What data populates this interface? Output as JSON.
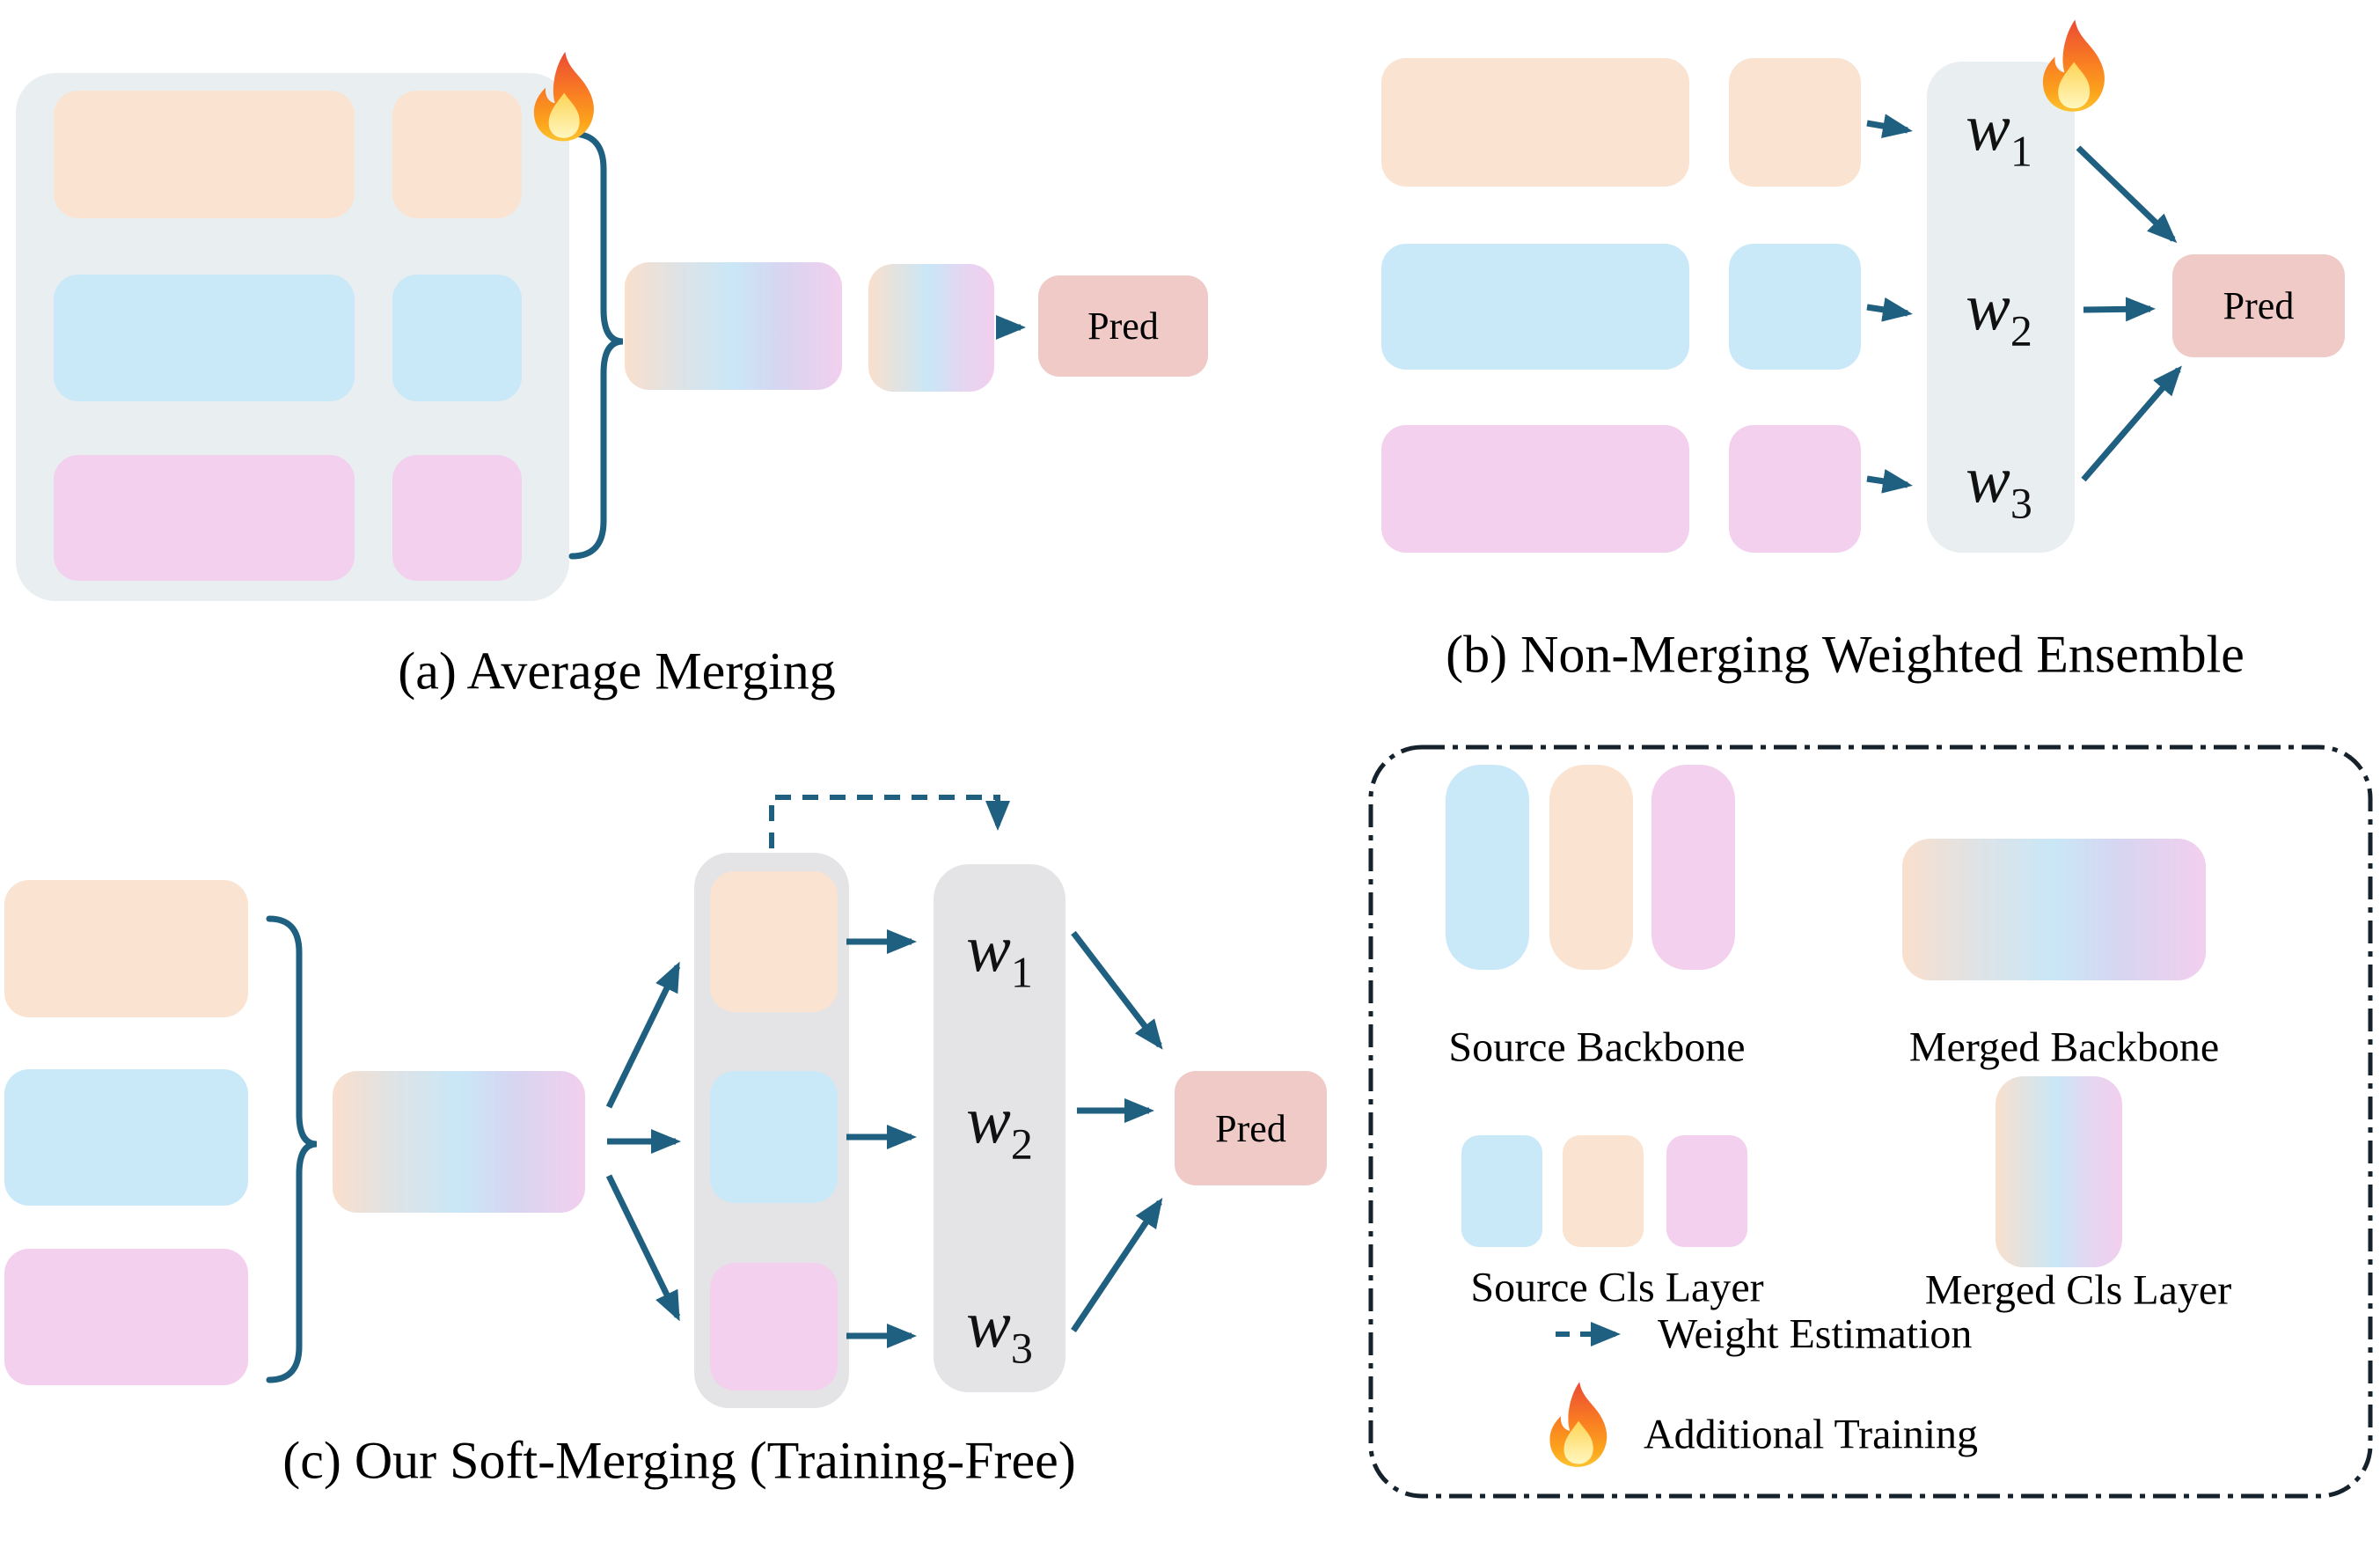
{
  "figure": {
    "captions": {
      "a": "(a) Average Merging",
      "b": "(b) Non-Merging Weighted Ensemble",
      "c": "(c) Our Soft-Merging (Training-Free)"
    },
    "pred_label": "Pred",
    "weights": [
      {
        "base": "w",
        "sub": "1"
      },
      {
        "base": "w",
        "sub": "2"
      },
      {
        "base": "w",
        "sub": "3"
      }
    ],
    "legend": {
      "source_backbone": "Source Backbone",
      "merged_backbone": "Merged Backbone",
      "source_cls": "Source Cls Layer",
      "merged_cls": "Merged Cls Layer",
      "weight_estimation": "Weight Estimation",
      "additional_training": "Additional Training",
      "weight_estimation_icon": "dashed-arrow-icon",
      "additional_training_icon": "fire-icon"
    },
    "icons": {
      "fire": "fire-emoji",
      "brace": "curly-brace",
      "arrow": "solid-teal-arrow",
      "dashed_arrow": "dashed-teal-arrow"
    },
    "colors": {
      "background": "#FFFFFF",
      "peach": "#FAE3D1",
      "blue": "#C9E8F8",
      "pink": "#F2D0EE",
      "panel_gray": "#E9EEF0",
      "column_gray": "#E4E4E6",
      "pred_box": "#EFCAC6",
      "arrow_teal": "#1F5F80",
      "legend_border": "#16222B",
      "merged_gradient": [
        "#F9DFCD",
        "#DDE3E7",
        "#C9E7F7",
        "#D7D5F1",
        "#F2CFEE"
      ],
      "text": "#000000"
    }
  }
}
